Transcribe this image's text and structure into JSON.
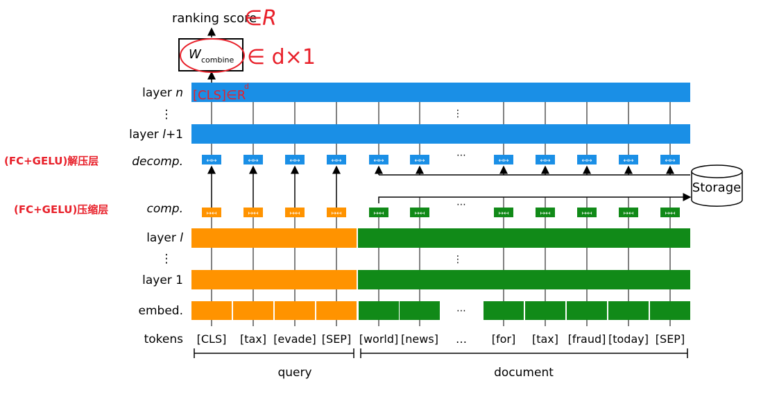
{
  "diagram": {
    "output": "ranking score",
    "combine": {
      "w": "W",
      "sub": "combine"
    },
    "row_labels": {
      "layer_n": "layer ",
      "layer_n_var": "n",
      "vdots_top": "⋮",
      "layer_l1": "layer ",
      "layer_l1_var": "l",
      "layer_l1_suffix": "+1",
      "decomp": "decomp.",
      "comp": "comp.",
      "layer_l": "layer ",
      "layer_l_var": "l",
      "vdots_bottom": "⋮",
      "layer_1": "layer 1",
      "embed": "embed.",
      "tokens": "tokens"
    },
    "ellipsis_row": "⋯",
    "ellipsis_vert": "⋮",
    "tokens": [
      "[CLS]",
      "[tax]",
      "[evade]",
      "[SEP]",
      "[world]",
      "[news]",
      "…",
      "[for]",
      "[tax]",
      "[fraud]",
      "[today]",
      "[SEP]"
    ],
    "storage": "Storage",
    "groups": {
      "query": "query",
      "document": "document"
    },
    "colors": {
      "blue": "#1a8fe6",
      "orange": "#ff9300",
      "green": "#118a18",
      "hand_red": "#e8202a"
    }
  },
  "annotations": {
    "score_set": "∈R",
    "combine_dim": "∈ d×1",
    "cls_dim": "[CLS]∈R",
    "cls_sup": "d",
    "decomp_note": "(FC+GELU)解压层",
    "comp_note": "(FC+GELU)压缩层"
  }
}
